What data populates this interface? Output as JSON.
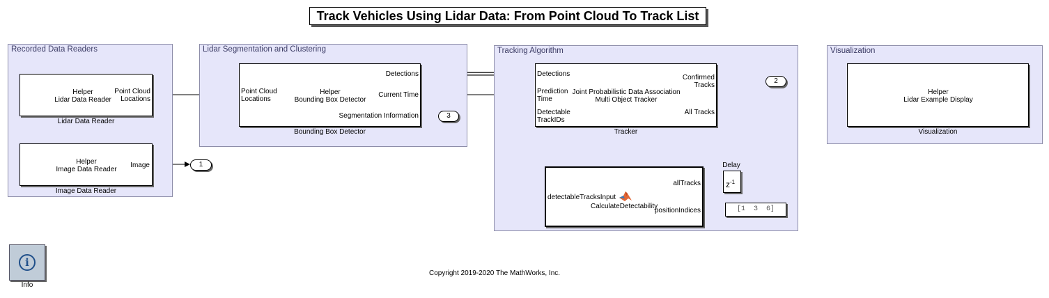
{
  "title": "Track Vehicles Using Lidar Data: From Point Cloud To Track List",
  "areas": {
    "readers": "Recorded Data Readers",
    "segmentation": "Lidar Segmentation and Clustering",
    "tracking": "Tracking Algorithm",
    "visualization": "Visualization"
  },
  "blocks": {
    "lidar_reader": {
      "text": "Helper\nLidar Data Reader",
      "out_port": "Point Cloud\nLocations",
      "label": "Lidar Data Reader"
    },
    "image_reader": {
      "text": "Helper\nImage Data Reader",
      "out_port": "Image",
      "label": "Image Data Reader"
    },
    "detector": {
      "text": "Helper\nBounding Box Detector",
      "in_port": "Point Cloud\nLocations",
      "out_detections": "Detections",
      "out_time": "Current Time",
      "out_seg": "Segmentation Information",
      "label": "Bounding Box Detector"
    },
    "tracker": {
      "text": "Joint Probabilistic Data Association\nMulti Object Tracker",
      "in_detections": "Detections",
      "in_time": "Prediction\nTime",
      "in_detectable": "Detectable\nTrackIDs",
      "out_confirmed": "Confirmed\nTracks",
      "out_all": "All Tracks",
      "label": "Tracker"
    },
    "calc": {
      "text": "CalculateDetectability",
      "in_all": "allTracks",
      "in_pos": "positionIndices",
      "out": "detectableTracksInput",
      "icon": "matlab-logo-icon"
    },
    "delay": {
      "label": "Delay",
      "text": "z",
      "exponent": "-1"
    },
    "constant": {
      "value": "[1  3  6]"
    },
    "visualization": {
      "text": "Helper\nLidar Example Display",
      "label": "Visualization"
    }
  },
  "outports": {
    "image_out": "1",
    "confirmed_out": "2",
    "seg_out": "3"
  },
  "info": {
    "label": "Info",
    "icon": "info-icon"
  },
  "copyright": "Copyright 2019-2020 The MathWorks, Inc."
}
